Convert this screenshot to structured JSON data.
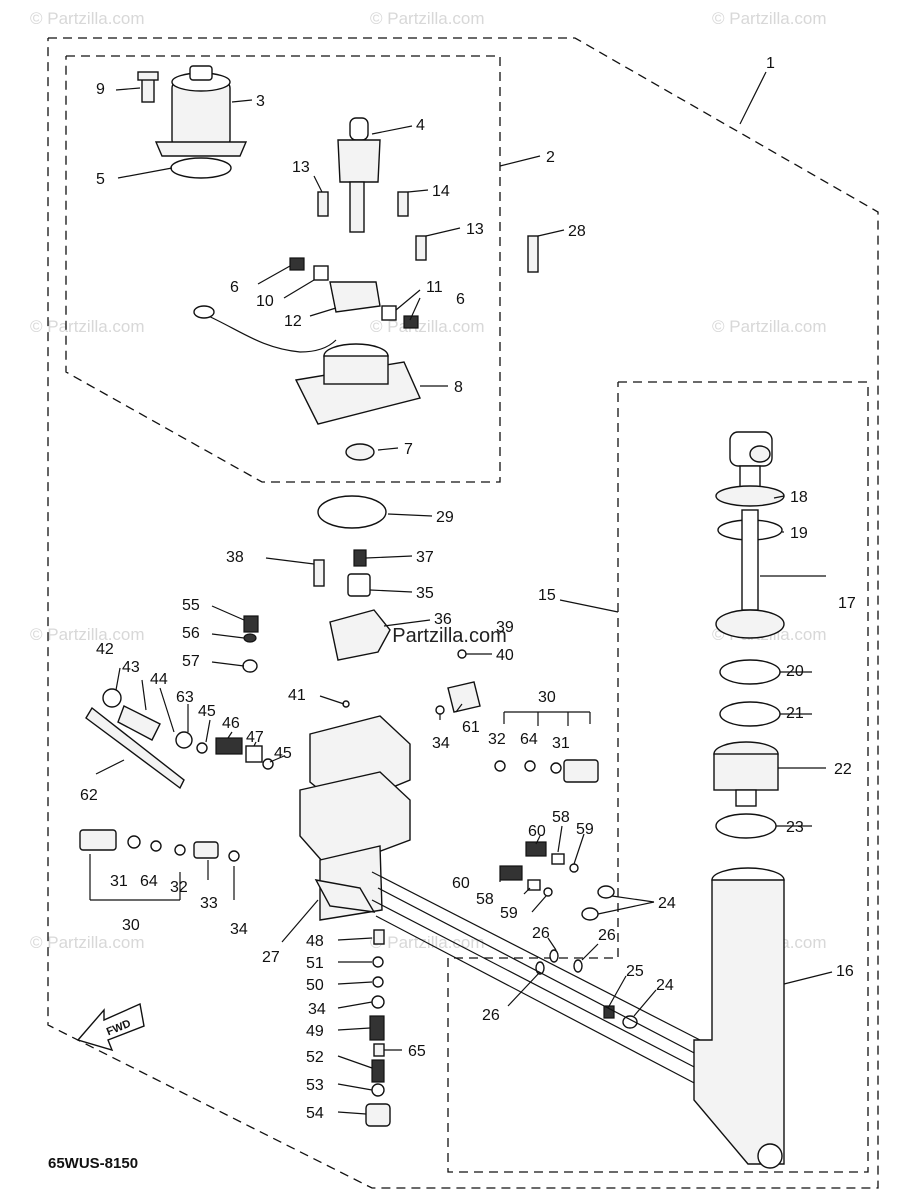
{
  "watermarks": {
    "brand": "© Partzilla.com"
  },
  "diagram_code": "65WUS-8150",
  "fwd_label": "FWD",
  "callouts": {
    "c1": "1",
    "c2": "2",
    "c3": "3",
    "c4": "4",
    "c5": "5",
    "c6a": "6",
    "c6b": "6",
    "c7": "7",
    "c8": "8",
    "c9": "9",
    "c10": "10",
    "c11": "11",
    "c12": "12",
    "c13a": "13",
    "c13b": "13",
    "c14": "14",
    "c15": "15",
    "c16": "16",
    "c17": "17",
    "c18": "18",
    "c19": "19",
    "c20": "20",
    "c21": "21",
    "c22": "22",
    "c23": "23",
    "c24a": "24",
    "c24b": "24",
    "c25": "25",
    "c26a": "26",
    "c26b": "26",
    "c26c": "26",
    "c27": "27",
    "c28": "28",
    "c29": "29",
    "c30a": "30",
    "c30b": "30",
    "c31a": "31",
    "c31b": "31",
    "c32a": "32",
    "c32b": "32",
    "c33": "33",
    "c34a": "34",
    "c34b": "34",
    "c34c": "34",
    "c35": "35",
    "c36": "36",
    "c37": "37",
    "c38": "38",
    "c39": "39",
    "c40": "40",
    "c41": "41",
    "c42": "42",
    "c43": "43",
    "c44": "44",
    "c45a": "45",
    "c45b": "45",
    "c46": "46",
    "c47": "47",
    "c48": "48",
    "c49": "49",
    "c50": "50",
    "c51": "51",
    "c52": "52",
    "c53": "53",
    "c54": "54",
    "c55": "55",
    "c56": "56",
    "c57": "57",
    "c58a": "58",
    "c58b": "58",
    "c59a": "59",
    "c59b": "59",
    "c60a": "60",
    "c60b": "60",
    "c61": "61",
    "c62": "62",
    "c63": "63",
    "c64a": "64",
    "c64b": "64",
    "c65": "65"
  }
}
